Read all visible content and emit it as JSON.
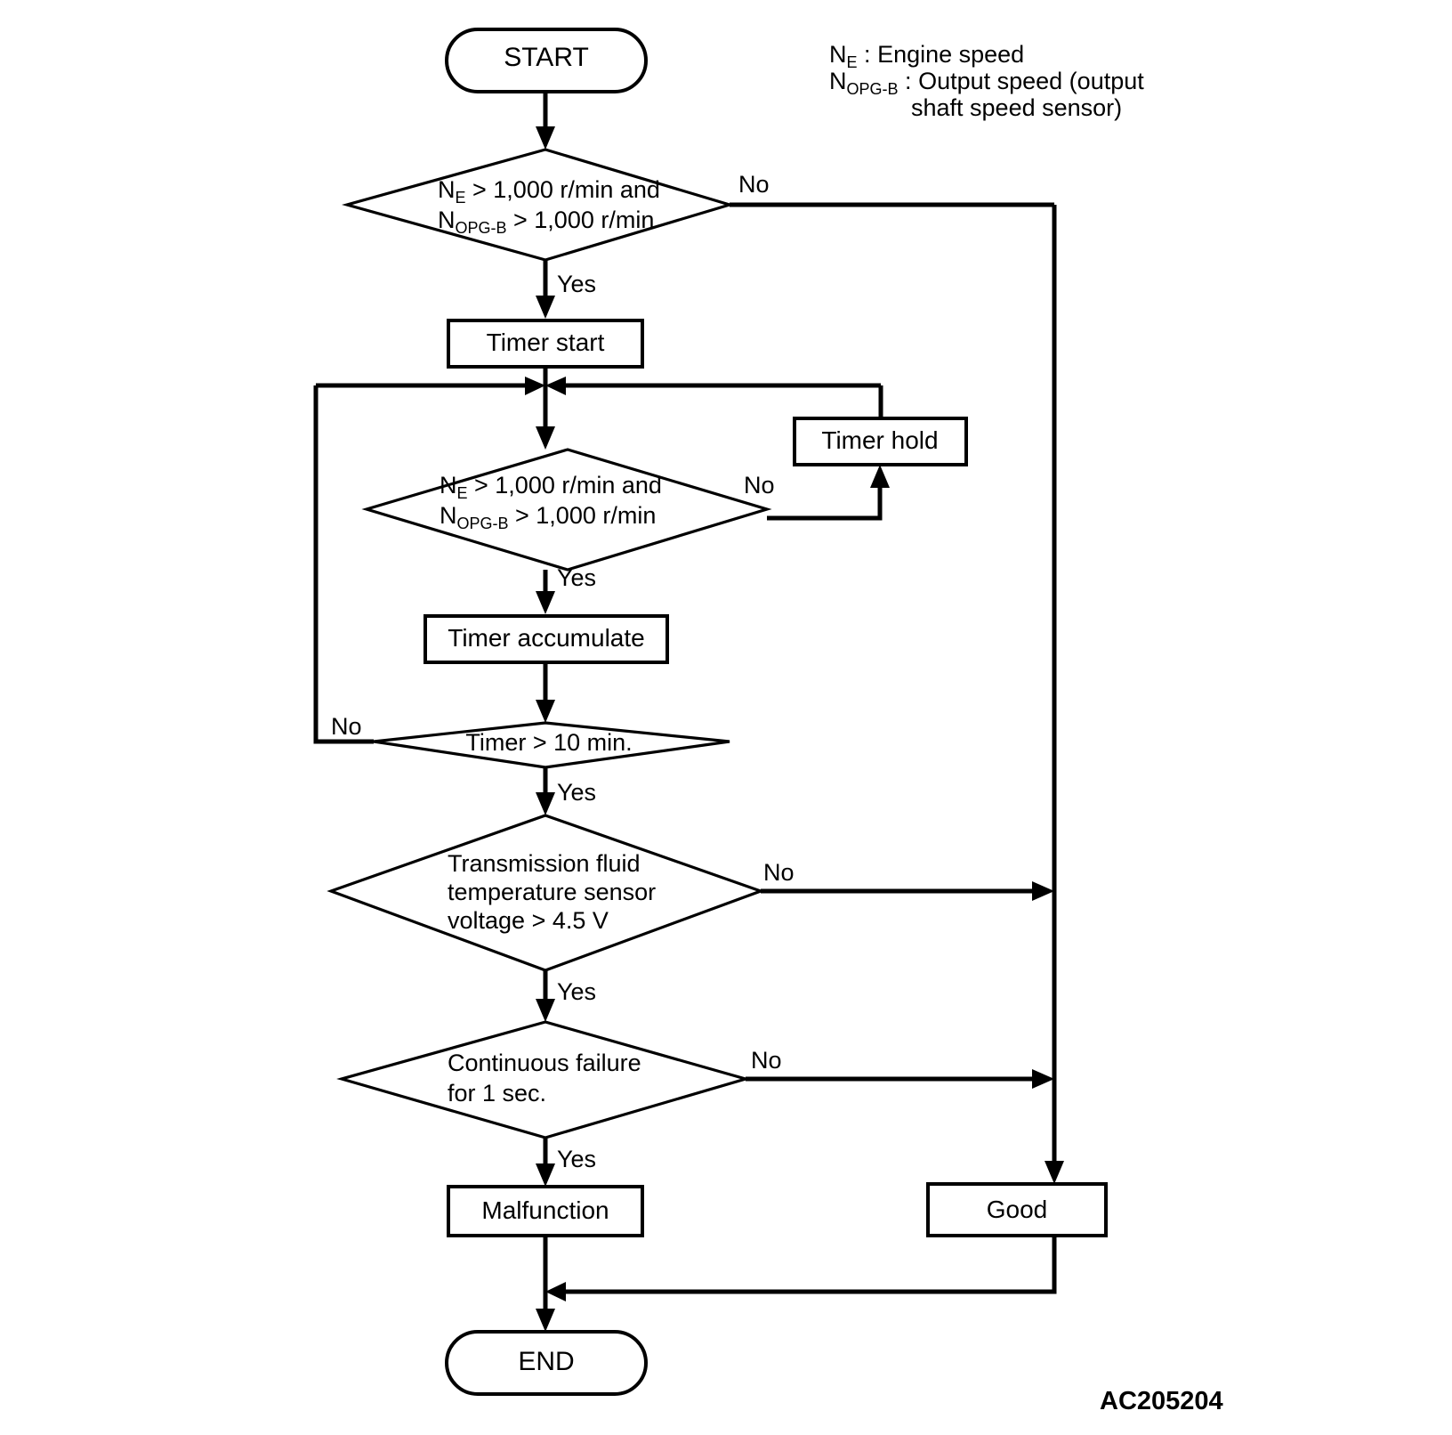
{
  "diagram": {
    "figure_code": "AC205204",
    "legend": [
      {
        "symbol": "N",
        "symbol_sub": "E",
        "separator": ":",
        "text": "Engine speed"
      },
      {
        "symbol": "N",
        "symbol_sub": "OPG-B",
        "separator": ":",
        "text": "Output speed (output",
        "text_line2": "shaft speed sensor)"
      }
    ],
    "nodes": {
      "start": {
        "label": "START",
        "type": "terminator"
      },
      "decision1_line1_pre": "N",
      "decision1_line1_sub": "E",
      "decision1_line1_post": " > 1,000 r/min and",
      "decision1_line2_pre": "N",
      "decision1_line2_sub": "OPG-B",
      "decision1_line2_post": " > 1,000 r/min",
      "timer_start": {
        "label": "Timer start",
        "type": "process"
      },
      "decision2_line1_pre": "N",
      "decision2_line1_sub": "E",
      "decision2_line1_post": " > 1,000 r/min and",
      "decision2_line2_pre": "N",
      "decision2_line2_sub": "OPG-B",
      "decision2_line2_post": " > 1,000 r/min",
      "timer_hold": {
        "label": "Timer hold",
        "type": "process"
      },
      "timer_accumulate": {
        "label": "Timer accumulate",
        "type": "process"
      },
      "decision_timer": {
        "label": "Timer > 10 min.",
        "type": "decision"
      },
      "decision_fluid_line1": "Transmission fluid",
      "decision_fluid_line2": "temperature sensor",
      "decision_fluid_line3": "voltage > 4.5 V",
      "decision_failure_line1": "Continuous failure",
      "decision_failure_line2": "for 1 sec.",
      "malfunction": {
        "label": "Malfunction",
        "type": "process"
      },
      "good": {
        "label": "Good",
        "type": "process"
      },
      "end": {
        "label": "END",
        "type": "terminator"
      }
    },
    "branch_labels": {
      "d1_no": "No",
      "d1_yes": "Yes",
      "d2_no": "No",
      "d2_yes": "Yes",
      "dtimer_no": "No",
      "dtimer_yes": "Yes",
      "dfluid_no": "No",
      "dfluid_yes": "Yes",
      "dfail_no": "No",
      "dfail_yes": "Yes"
    },
    "colors": {
      "stroke": "#000000",
      "fill": "#ffffff",
      "background": "#ffffff"
    }
  }
}
